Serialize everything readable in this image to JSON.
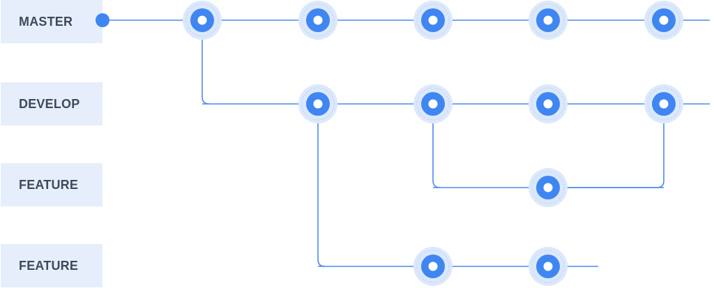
{
  "branches": [
    {
      "id": "master",
      "label": "MASTER"
    },
    {
      "id": "develop",
      "label": "DEVELOP"
    },
    {
      "id": "feature1",
      "label": "FEATURE"
    },
    {
      "id": "feature2",
      "label": "FEATURE"
    }
  ],
  "colors": {
    "line": "#4a8af0",
    "node": "#3f86f2",
    "node_halo": "#dce8fc",
    "node_halo_dots": "#a7c4f7",
    "node_center": "#ffffff",
    "label_bg": "#e6eefc",
    "label_text": "#3d4a5c"
  },
  "commits": [
    {
      "branch": "master",
      "column": 1
    },
    {
      "branch": "master",
      "column": 2
    },
    {
      "branch": "master",
      "column": 3
    },
    {
      "branch": "master",
      "column": 4
    },
    {
      "branch": "master",
      "column": 5
    },
    {
      "branch": "develop",
      "column": 2
    },
    {
      "branch": "develop",
      "column": 3
    },
    {
      "branch": "develop",
      "column": 4
    },
    {
      "branch": "develop",
      "column": 5
    },
    {
      "branch": "feature1",
      "column": 4
    },
    {
      "branch": "feature2",
      "column": 3
    },
    {
      "branch": "feature2",
      "column": 4
    }
  ],
  "branch_links": [
    {
      "from": "master",
      "from_column": 1,
      "to": "develop",
      "to_column": 2
    },
    {
      "from": "develop",
      "from_column": 3,
      "to": "feature1",
      "to_column": 4
    },
    {
      "from": "feature1",
      "from_column": 4,
      "to": "develop",
      "to_column": 5
    },
    {
      "from": "develop",
      "from_column": 2,
      "to": "feature2",
      "to_column": 3
    }
  ]
}
